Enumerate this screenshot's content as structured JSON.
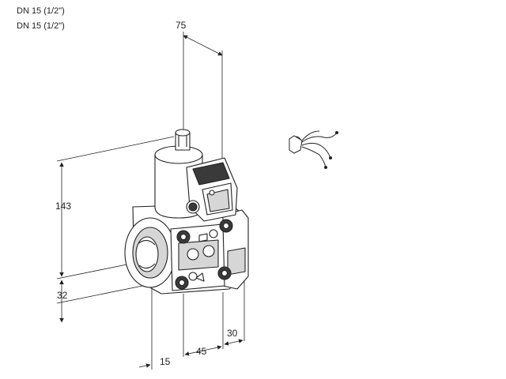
{
  "header": {
    "line1": "DN 15 (1/2\")",
    "line2": "DN 15 (1/2\")"
  },
  "dimensions": {
    "width_top": "75",
    "height_total": "143",
    "height_lower": "32",
    "offset_left": "15",
    "depth_body": "45",
    "depth_flange": "30"
  },
  "colors": {
    "ink": "#222222",
    "body": "#ffffff",
    "shade": "#d6d6d6",
    "dark": "#3a3a3a"
  }
}
